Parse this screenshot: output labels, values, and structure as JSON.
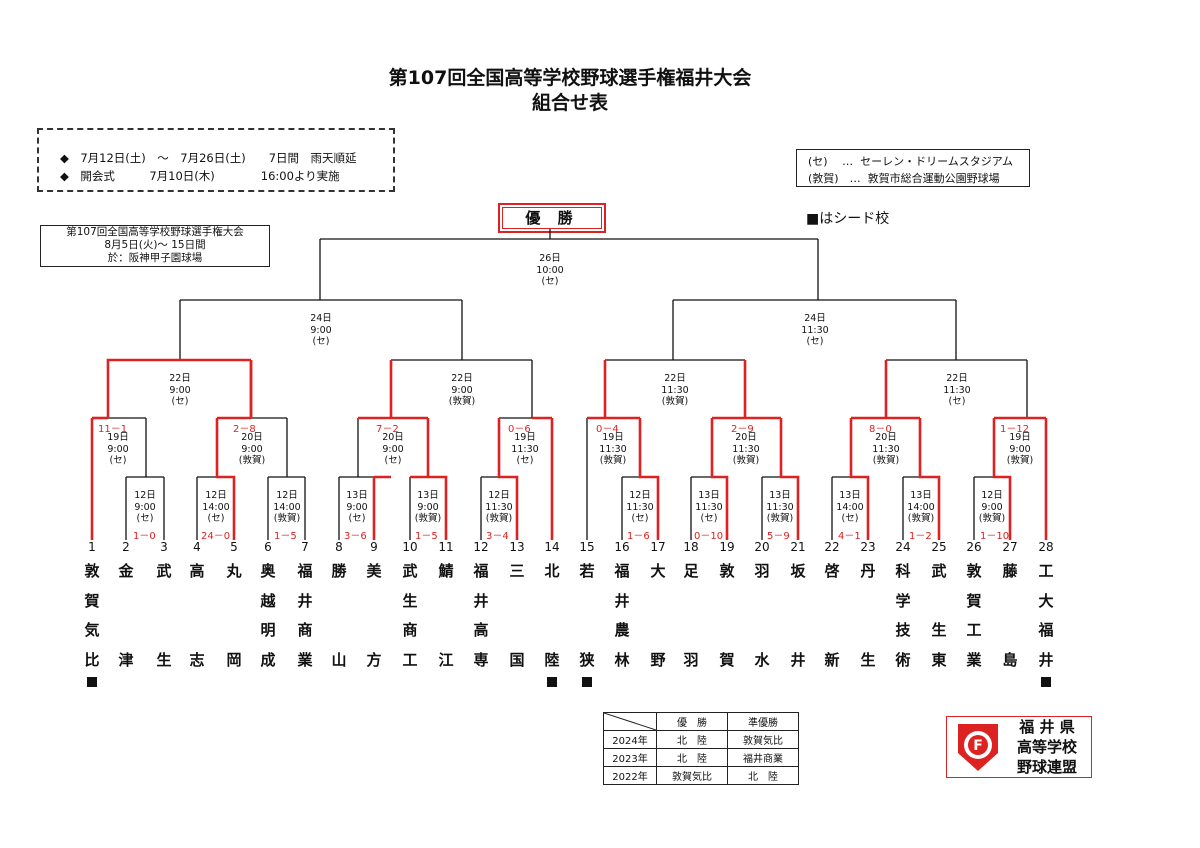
{
  "title_line1": "第107回全国高等学校野球選手権福井大会",
  "title_line2": "組合せ表",
  "schedule": [
    "◆　7月12日(土)　～　7月26日(土)　　7日間　雨天順延",
    "◆　開会式　　　7月10日(木)　　　　16:00より実施"
  ],
  "venues": [
    "(セ)　 …  セーレン・ドリームスタジアム",
    "(敦賀)　…  敦賀市総合運動公園野球場"
  ],
  "champion_label": "優 勝",
  "seed_note": "■はシード校",
  "national_info": [
    "第107回全国高等学校野球選手権大会",
    "8月5日(火)～ 15日間",
    "於：阪神甲子園球場"
  ],
  "final": {
    "date": "26日",
    "time": "10:00",
    "venue": "(セ)"
  },
  "semis": [
    {
      "date": "24日",
      "time": "9:00",
      "venue": "(セ)"
    },
    {
      "date": "24日",
      "time": "11:30",
      "venue": "(セ)"
    }
  ],
  "quarters": [
    {
      "date": "22日",
      "time": "9:00",
      "venue": "(セ)"
    },
    {
      "date": "22日",
      "time": "9:00",
      "venue": "(敦賀)"
    },
    {
      "date": "22日",
      "time": "11:30",
      "venue": "(敦賀)"
    },
    {
      "date": "22日",
      "time": "11:30",
      "venue": "(セ)"
    }
  ],
  "round2": [
    {
      "date": "19日",
      "time": "9:00",
      "venue": "(セ)",
      "score": "11－1"
    },
    {
      "date": "20日",
      "time": "9:00",
      "venue": "(敦賀)",
      "score": "2－8"
    },
    {
      "date": "20日",
      "time": "9:00",
      "venue": "(セ)",
      "score": "7－2"
    },
    {
      "date": "19日",
      "time": "11:30",
      "venue": "(セ)",
      "score": "0－6"
    },
    {
      "date": "19日",
      "time": "11:30",
      "venue": "(敦賀)",
      "score": "0－4"
    },
    {
      "date": "20日",
      "time": "11:30",
      "venue": "(敦賀)",
      "score": "2－9"
    },
    {
      "date": "20日",
      "time": "11:30",
      "venue": "(敦賀)",
      "score": "8－0"
    },
    {
      "date": "19日",
      "time": "9:00",
      "venue": "(敦賀)",
      "score": "1－12"
    }
  ],
  "round1": [
    {
      "date": "12日",
      "time": "9:00",
      "venue": "(セ)",
      "score": "1－0"
    },
    {
      "date": "12日",
      "time": "14:00",
      "venue": "(セ)",
      "score": "24－0"
    },
    {
      "date": "12日",
      "time": "14:00",
      "venue": "(敦賀)",
      "score": "1－5"
    },
    {
      "date": "13日",
      "time": "9:00",
      "venue": "(セ)",
      "score": "3－6"
    },
    {
      "date": "13日",
      "time": "9:00",
      "venue": "(敦賀)",
      "score": "1－5"
    },
    {
      "date": "12日",
      "time": "11:30",
      "venue": "(敦賀)",
      "score": "3－4"
    },
    {
      "date": "12日",
      "time": "11:30",
      "venue": "(セ)",
      "score": "1－6"
    },
    {
      "date": "13日",
      "time": "11:30",
      "venue": "(セ)",
      "score": "0－10"
    },
    {
      "date": "13日",
      "time": "11:30",
      "venue": "(敦賀)",
      "score": "5－9"
    },
    {
      "date": "13日",
      "time": "14:00",
      "venue": "(セ)",
      "score": "4－1"
    },
    {
      "date": "13日",
      "time": "14:00",
      "venue": "(敦賀)",
      "score": "1－2"
    },
    {
      "date": "12日",
      "time": "9:00",
      "venue": "(敦賀)",
      "score": "1－10"
    }
  ],
  "teams": [
    {
      "num": "1",
      "name": "敦賀気比",
      "seed": true
    },
    {
      "num": "2",
      "name": "金津",
      "seed": false
    },
    {
      "num": "3",
      "name": "武生",
      "seed": false
    },
    {
      "num": "4",
      "name": "高志",
      "seed": false
    },
    {
      "num": "5",
      "name": "丸岡",
      "seed": false
    },
    {
      "num": "6",
      "name": "奥越明成",
      "seed": false
    },
    {
      "num": "7",
      "name": "福井商業",
      "seed": false
    },
    {
      "num": "8",
      "name": "勝山",
      "seed": false
    },
    {
      "num": "9",
      "name": "美方",
      "seed": false
    },
    {
      "num": "10",
      "name": "武生商工",
      "seed": false
    },
    {
      "num": "11",
      "name": "鯖江",
      "seed": false
    },
    {
      "num": "12",
      "name": "福井高専",
      "seed": false
    },
    {
      "num": "13",
      "name": "三国",
      "seed": false
    },
    {
      "num": "14",
      "name": "北陸",
      "seed": true
    },
    {
      "num": "15",
      "name": "若狭",
      "seed": true
    },
    {
      "num": "16",
      "name": "福井農林",
      "seed": false
    },
    {
      "num": "17",
      "name": "大野",
      "seed": false
    },
    {
      "num": "18",
      "name": "足羽",
      "seed": false
    },
    {
      "num": "19",
      "name": "敦賀",
      "seed": false
    },
    {
      "num": "20",
      "name": "羽水",
      "seed": false
    },
    {
      "num": "21",
      "name": "坂井",
      "seed": false
    },
    {
      "num": "22",
      "name": "啓新",
      "seed": false
    },
    {
      "num": "23",
      "name": "丹生",
      "seed": false
    },
    {
      "num": "24",
      "name": "科学技術",
      "seed": false
    },
    {
      "num": "25",
      "name": "武生東",
      "seed": false
    },
    {
      "num": "26",
      "name": "敦賀工業",
      "seed": false
    },
    {
      "num": "27",
      "name": "藤島",
      "seed": false
    },
    {
      "num": "28",
      "name": "工大福井",
      "seed": true
    }
  ],
  "history": {
    "headers": [
      "",
      "優　勝",
      "準優勝"
    ],
    "rows": [
      [
        "2024年",
        "北　陸",
        "敦賀気比"
      ],
      [
        "2023年",
        "北　陸",
        "福井商業"
      ],
      [
        "2022年",
        "敦賀気比",
        "北　陸"
      ]
    ]
  },
  "logo": {
    "lines": [
      "福 井 県",
      "高等学校",
      "野球連盟"
    ],
    "mark": "F"
  },
  "colors": {
    "winner_line": "#dd2222",
    "line": "#111111"
  }
}
